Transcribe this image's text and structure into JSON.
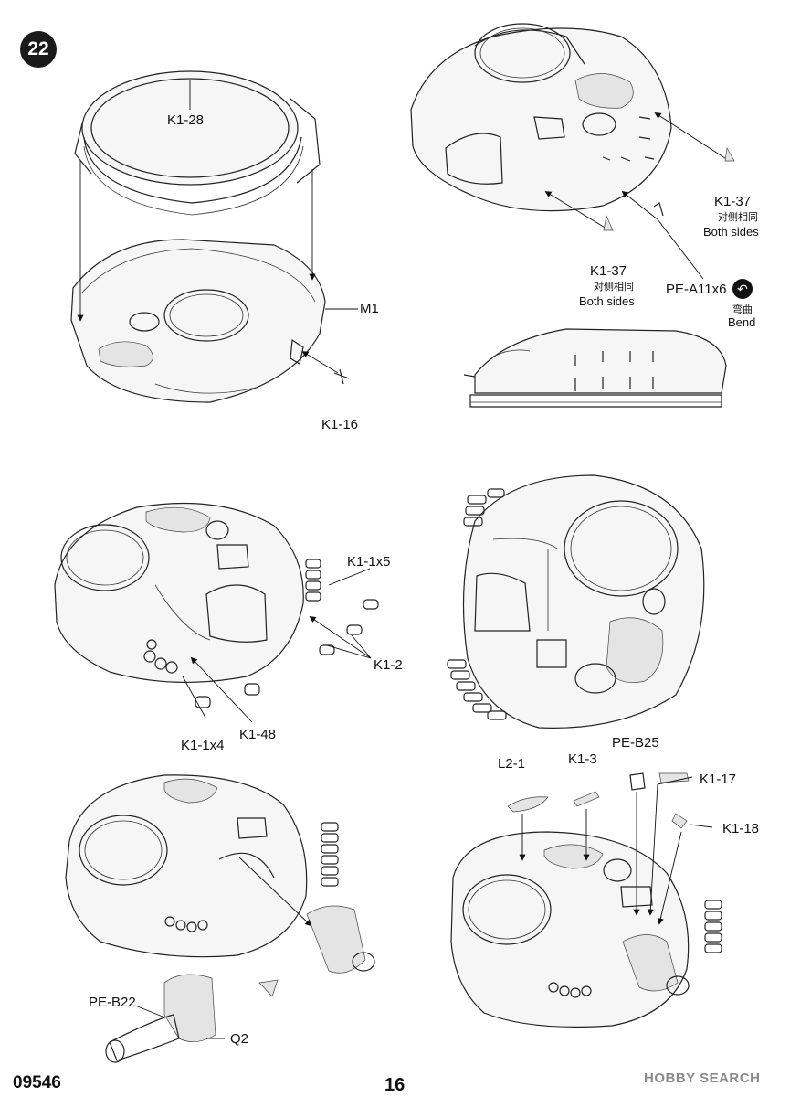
{
  "step": {
    "number": "22"
  },
  "labels": {
    "k1_28": "K1-28",
    "m1": "M1",
    "k1_16": "K1-16",
    "k1_37_a": "K1-37",
    "k1_37_a_cn": "对侧相同",
    "k1_37_a_en": "Both sides",
    "k1_37_b": "K1-37",
    "k1_37_b_cn": "对侧相同",
    "k1_37_b_en": "Both sides",
    "pe_a11": "PE-A11x6",
    "bend_cn": "弯曲",
    "bend_en": "Bend",
    "k1_1x5": "K1-1x5",
    "k1_2": "K1-2",
    "k1_1x4": "K1-1x4",
    "k1_48": "K1-48",
    "pe_b25": "PE-B25",
    "l2_1": "L2-1",
    "k1_3": "K1-3",
    "k1_17": "K1-17",
    "k1_18": "K1-18",
    "pe_b22": "PE-B22",
    "q2": "Q2"
  },
  "footer": {
    "code": "09546",
    "page": "16",
    "watermark": "HOBBY SEARCH"
  }
}
